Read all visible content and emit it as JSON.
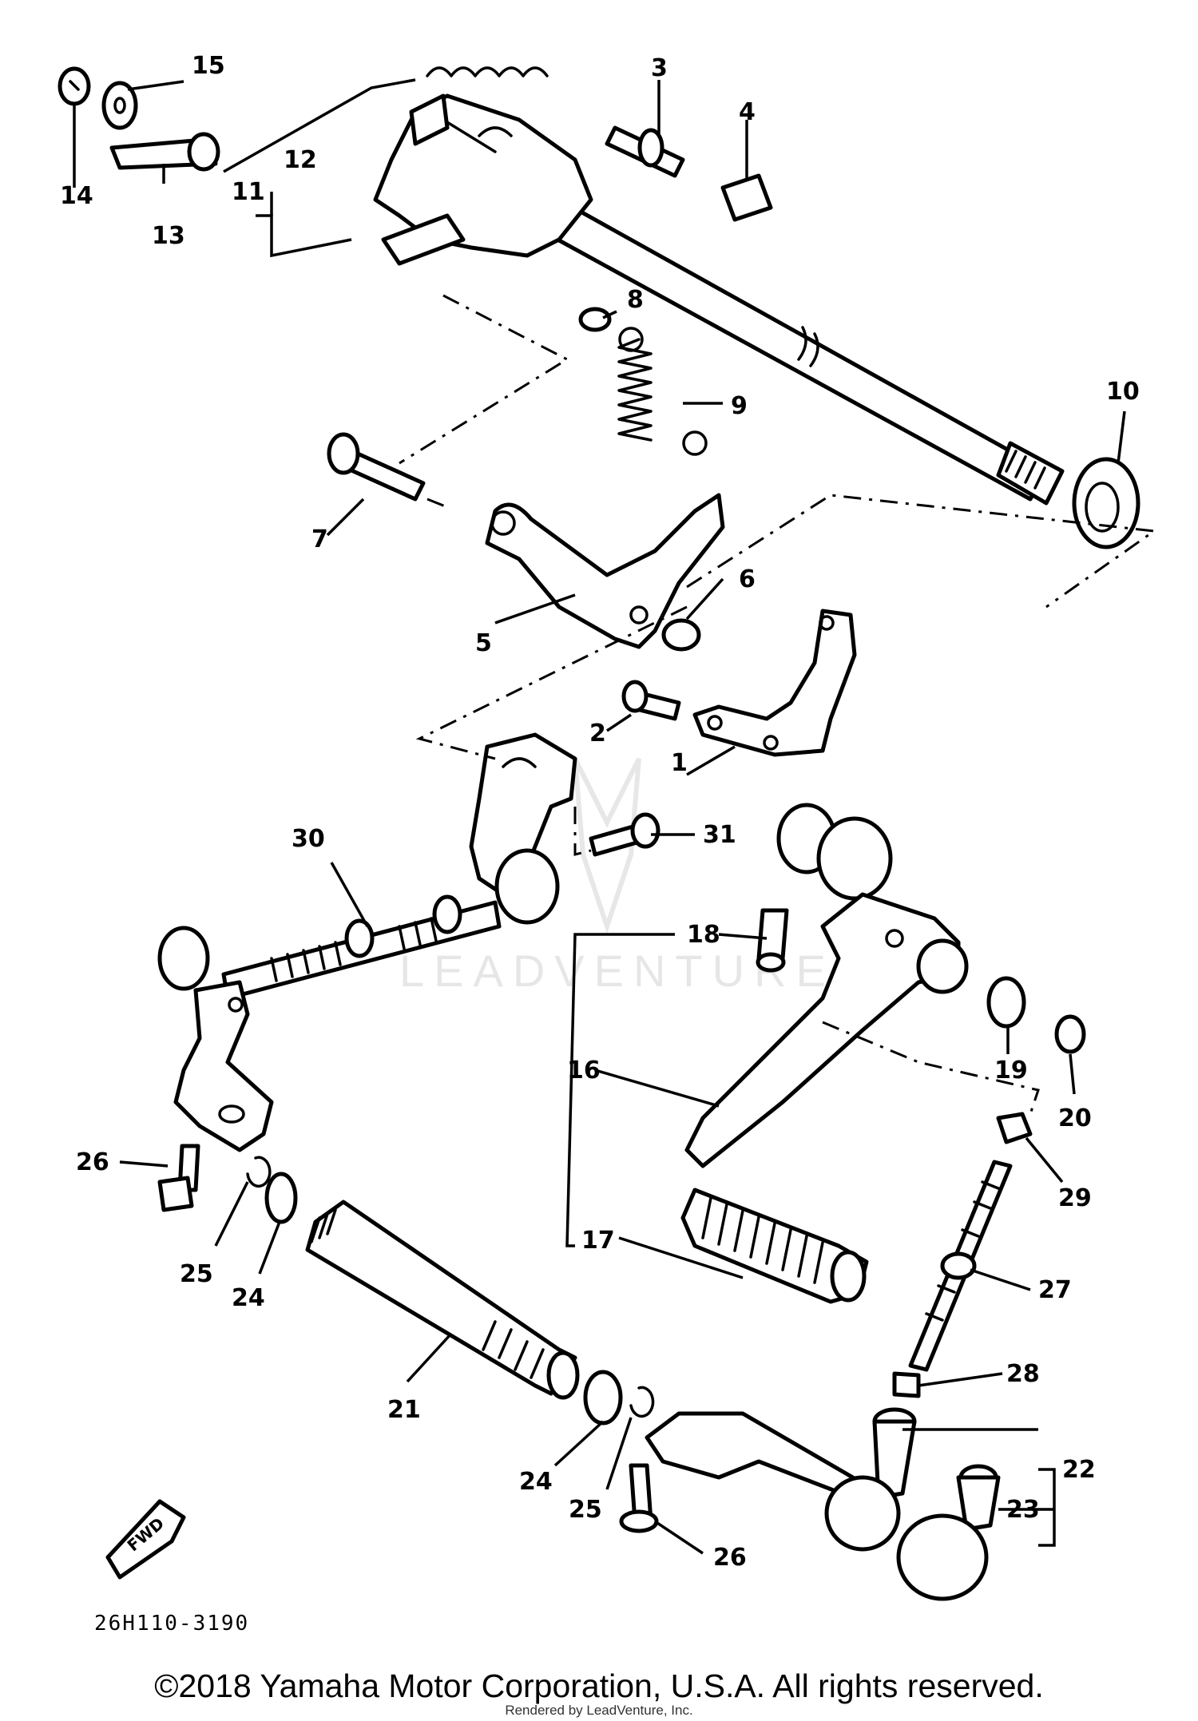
{
  "diagram": {
    "code": "26H110-3190",
    "copyright": "©2018 Yamaha Motor Corporation, U.S.A. All rights reserved.",
    "rendered_by": "Rendered by LeadVenture, Inc.",
    "watermark": "LEADVENTURE",
    "front_marker": "FWD"
  },
  "callouts": [
    "1",
    "2",
    "3",
    "4",
    "5",
    "6",
    "7",
    "8",
    "9",
    "10",
    "11",
    "12",
    "13",
    "14",
    "15",
    "16",
    "17",
    "18",
    "19",
    "20",
    "21",
    "22",
    "23",
    "24",
    "25",
    "26",
    "27",
    "28",
    "29",
    "30",
    "31"
  ],
  "extra_callouts": [
    "24",
    "25",
    "26"
  ]
}
